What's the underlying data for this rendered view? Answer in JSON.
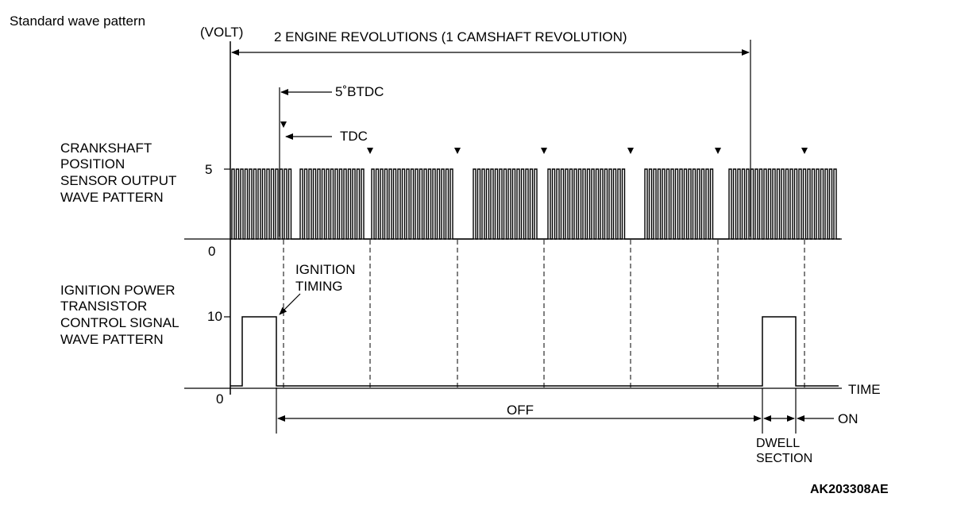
{
  "title": "Standard wave pattern",
  "y_unit": "(VOLT)",
  "span_label": "2 ENGINE REVOLUTIONS (1 CAMSHAFT REVOLUTION)",
  "btdc_label": "5˚BTDC",
  "tdc_label": "TDC",
  "crank_label": [
    "CRANKSHAFT",
    "POSITION",
    "SENSOR OUTPUT",
    "WAVE PATTERN"
  ],
  "crank_high": "5",
  "crank_zero": "0",
  "ignition_timing_label": [
    "IGNITION",
    "TIMING"
  ],
  "transistor_label": [
    "IGNITION POWER",
    "TRANSISTOR",
    "CONTROL SIGNAL",
    "WAVE PATTERN"
  ],
  "transistor_high": "10",
  "transistor_zero": "0",
  "time_label": "TIME",
  "off_label": "OFF",
  "on_label": "ON",
  "dwell_label": [
    "DWELL",
    "SECTION"
  ],
  "figure_code": "AK203308AE"
}
